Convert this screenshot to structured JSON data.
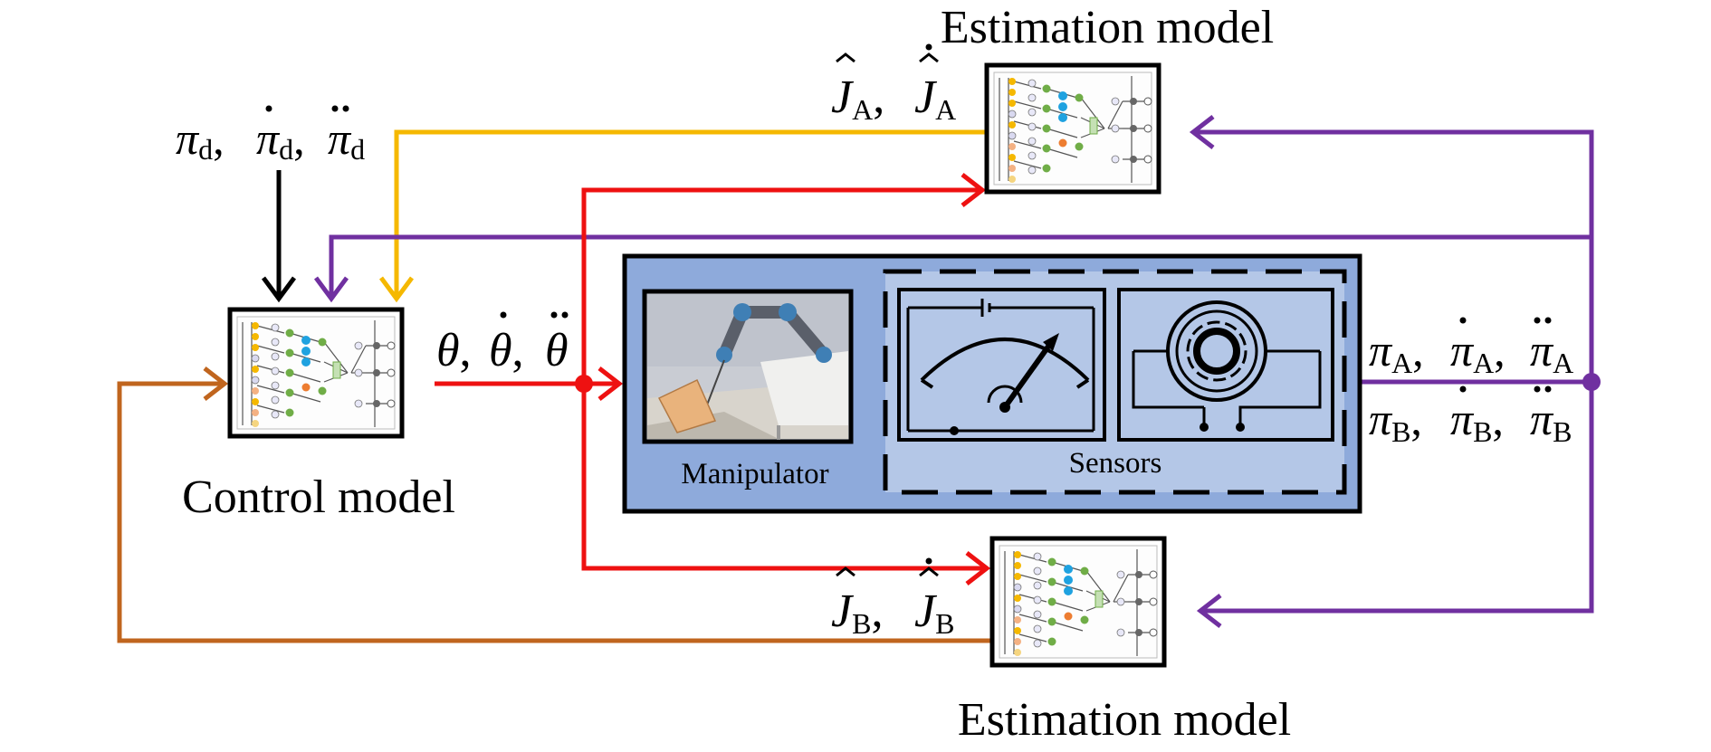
{
  "labels": {
    "estimation_top": "Estimation model",
    "estimation_bottom": "Estimation model",
    "control": "Control model",
    "manipulator": "Manipulator",
    "sensors": "Sensors"
  },
  "math": {
    "desired_pi": "π",
    "desired_sub": "d",
    "theta": "θ",
    "pi": "π",
    "J": "J",
    "sub_A": "A",
    "sub_B": "B",
    "comma": ","
  },
  "colors": {
    "yellow_line": "#F5B800",
    "red_line": "#EE1111",
    "purple_line": "#7030A0",
    "orange_line": "#C0651E",
    "black_line": "#000000",
    "plant_fill": "#8EAADB",
    "sensor_fill": "#B4C7E7"
  },
  "icons": [
    "network-diagram-icon",
    "robot-arm-icon",
    "ammeter-icon",
    "encoder-icon"
  ]
}
